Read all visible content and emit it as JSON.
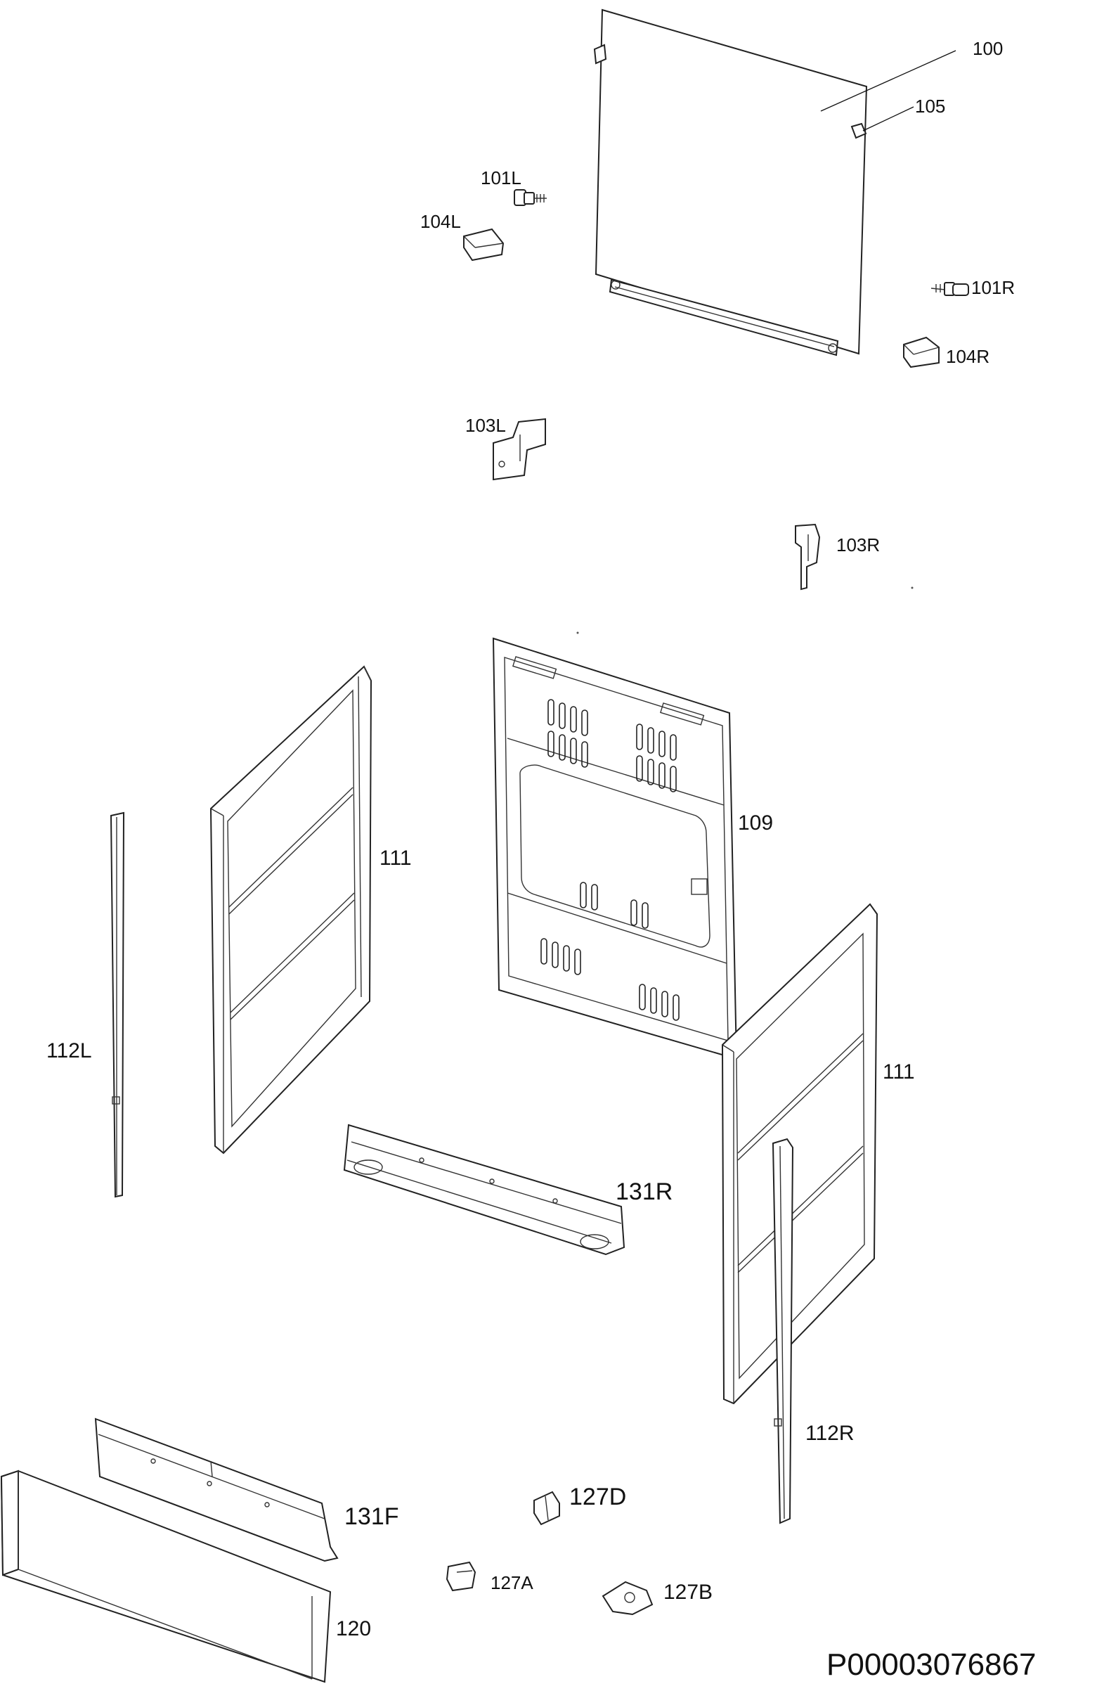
{
  "drawing_code": "P00003076867",
  "labels": {
    "p100": "100",
    "p105": "105",
    "p101L": "101L",
    "p104L": "104L",
    "p101R": "101R",
    "p104R": "104R",
    "p103L": "103L",
    "p103R": "103R",
    "p109": "109",
    "p111a": "111",
    "p111b": "111",
    "p112L": "112L",
    "p112R": "112R",
    "p131R": "131R",
    "p131F": "131F",
    "p127D": "127D",
    "p127A": "127A",
    "p127B": "127B",
    "p120": "120"
  }
}
